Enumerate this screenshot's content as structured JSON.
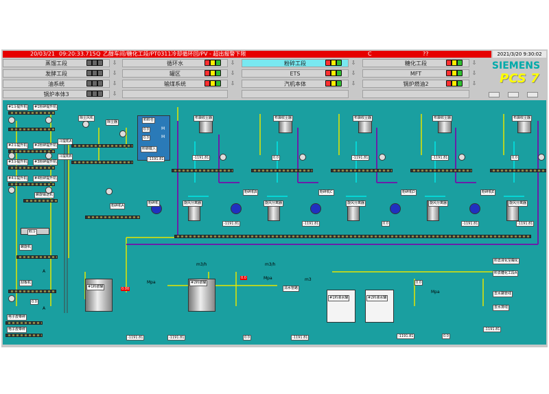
{
  "alarm": {
    "date": "20/03/21",
    "time": "09:20:33.715",
    "flag": "Q",
    "message": "乙醇车间/糖化工段/PT0311冷却循环回/PV - 超出报警下限",
    "code": "C",
    "extra": "??"
  },
  "clock": "2021/3/20 9:30:02",
  "nav_rows": [
    [
      "蒸馏工段",
      "循环水",
      "粉碎工段",
      "糖化工段"
    ],
    [
      "发酵工段",
      "罐区",
      "ETS",
      "MFT"
    ],
    [
      "油系统",
      "输煤系统",
      "汽机本体",
      "锅炉燃油2"
    ],
    [
      "锅炉本体3",
      "",
      "",
      ""
    ]
  ],
  "brand": {
    "name": "SIEMENS",
    "product": "PCS 7"
  },
  "colors": {
    "alarm": "#e60000",
    "plant_bg": "#1a9fa0",
    "active_tab": "#78e8f0",
    "pipe_purple": "#6a1fa8",
    "pipe_yellow": "#e6e600",
    "brand": "#0aa",
    "product": "#ff0"
  },
  "labels": {
    "elev1": "#1斗提升机",
    "elev_a": "#1粉碎提升机",
    "elev2": "#2斗提升机",
    "elev_b": "#2粉碎提升机",
    "elev3": "#3斗提升机",
    "elev4": "#4斗提升机",
    "elev_c": "#3粉碎提升机",
    "elev_d": "#4粉碎提升机",
    "dust": "除尘风机",
    "filter": "除尘器",
    "level": "料料仓",
    "bin_switch": "料转载入",
    "scrape": "刮板机",
    "scrape_a": "斗提机A",
    "scrape_b": "斗提机B",
    "mill": "粉碎机",
    "mill_a": "粉碎机A",
    "mill_b": "粉碎机B",
    "mill_c": "粉碎机C",
    "mill_d": "粉碎机D",
    "mill_e": "粉碎机E",
    "sep": "旋风分离器",
    "top": "布袋收尘器",
    "hopper": "料斗",
    "tank1": "#1料浆罐",
    "tank2": "#2料浆罐",
    "water1": "#1料液水罐",
    "water2": "#2料液水罐",
    "pump": "输浆泵",
    "flow": "m3/h",
    "mpa": "Mpa",
    "m3": "m3",
    "clean": "清水管路",
    "r1": "料去液化至糊化",
    "r2": "料去糖化工段A",
    "r3": "去水路管线",
    "r4": "去水排线",
    "fan": "离心风机",
    "belt1": "电子皮带秤",
    "belt2": "电子皮带秤",
    "scr": "螺旋机",
    "scr2": "螺旋输送机"
  },
  "values": {
    "v_neg": "-1191.81",
    "v_zero": "0.0",
    "v_m": "M",
    "v_pct": "0.0%",
    "v_flow": "0.0",
    "v_press": "0.00"
  },
  "units": {
    "a": "A"
  }
}
